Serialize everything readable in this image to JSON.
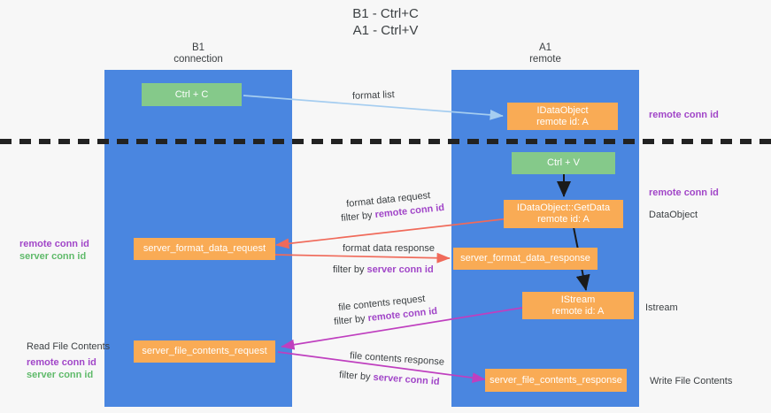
{
  "title": {
    "line1": "B1 - Ctrl+C",
    "line2": "A1 - Ctrl+V"
  },
  "lanes": [
    {
      "id": "b1",
      "header_top": "B1",
      "header_bottom": "connection",
      "color": "#4a86e0"
    },
    {
      "id": "a1",
      "header_top": "A1",
      "header_bottom": "remote",
      "color": "#4a86e0"
    }
  ],
  "nodes": {
    "ctrl_c": {
      "label": "Ctrl + C",
      "color": "#85c98a"
    },
    "idataobject_top": {
      "line1": "IDataObject",
      "line2": "remote id: A",
      "color": "#f9ab55"
    },
    "ctrl_v": {
      "label": "Ctrl + V",
      "color": "#85c98a"
    },
    "getdata": {
      "line1": "IDataObject::GetData",
      "line2": "remote id: A",
      "color": "#f9ab55"
    },
    "server_format_data_request": {
      "label": "server_format_data_request",
      "color": "#f9ab55"
    },
    "server_format_data_response": {
      "label": "server_format_data_response",
      "color": "#f9ab55"
    },
    "istream": {
      "line1": "IStream",
      "line2": "remote id: A",
      "color": "#f9ab55"
    },
    "server_file_contents_request": {
      "label": "server_file_contents_request",
      "color": "#f9ab55"
    },
    "server_file_contents_response": {
      "label": "server_file_contents_response",
      "color": "#f9ab55"
    }
  },
  "edge_labels": {
    "format_list": "format list",
    "format_data_request": "format data request",
    "format_data_request_filter_prefix": "filter by ",
    "format_data_request_filter_key": "remote conn id",
    "format_data_response": "format data response",
    "format_data_response_filter_prefix": "filter by ",
    "format_data_response_filter_key": "server conn id",
    "file_contents_request": "file contents request",
    "file_contents_request_filter_prefix": "filter by ",
    "file_contents_request_filter_key": "remote conn id",
    "file_contents_response": "file contents response",
    "file_contents_response_filter_prefix": "filter by ",
    "file_contents_response_filter_key": "server conn id"
  },
  "side_labels": {
    "right_remote_conn_id_top": "remote conn id",
    "right_remote_conn_id_mid": "remote conn id",
    "right_dataobject": "DataObject",
    "right_istream": "Istream",
    "right_write_file_contents": "Write File Contents",
    "left_remote_conn_id": "remote conn id",
    "left_server_conn_id": "server conn id",
    "left_read_file_contents": "Read File Contents",
    "left_remote_conn_id2": "remote conn id",
    "left_server_conn_id2": "server conn id"
  },
  "colors": {
    "lane": "#4a86e0",
    "green_node": "#85c98a",
    "orange_node": "#f9ab55",
    "purple_text": "#a146c8",
    "green_text": "#5fba6a",
    "light_blue_arrow": "#a5cdf0",
    "red_arrow": "#f06a5a",
    "black_arrow": "#1a1a1a",
    "magenta_arrow": "#bf3fbf",
    "background": "#f7f7f7",
    "divider": "#222222"
  }
}
